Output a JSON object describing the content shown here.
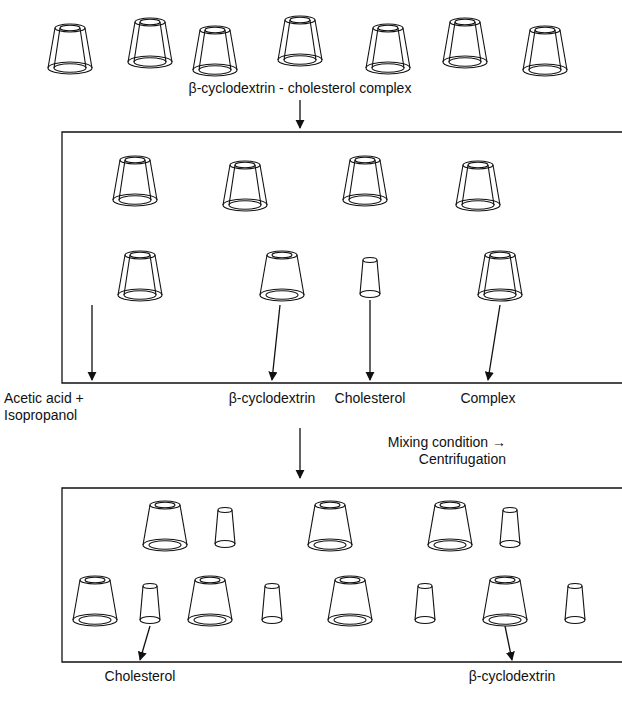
{
  "diagram": {
    "labels": [
      "β-cyclodextrin - cholesterol complex",
      "Acetic acid + Isopropanol",
      "β-cyclodextrin",
      "Cholesterol",
      "Complex",
      "Mixing condition → Centrifugation",
      "Cholesterol",
      "β-cyclodextrin"
    ]
  }
}
